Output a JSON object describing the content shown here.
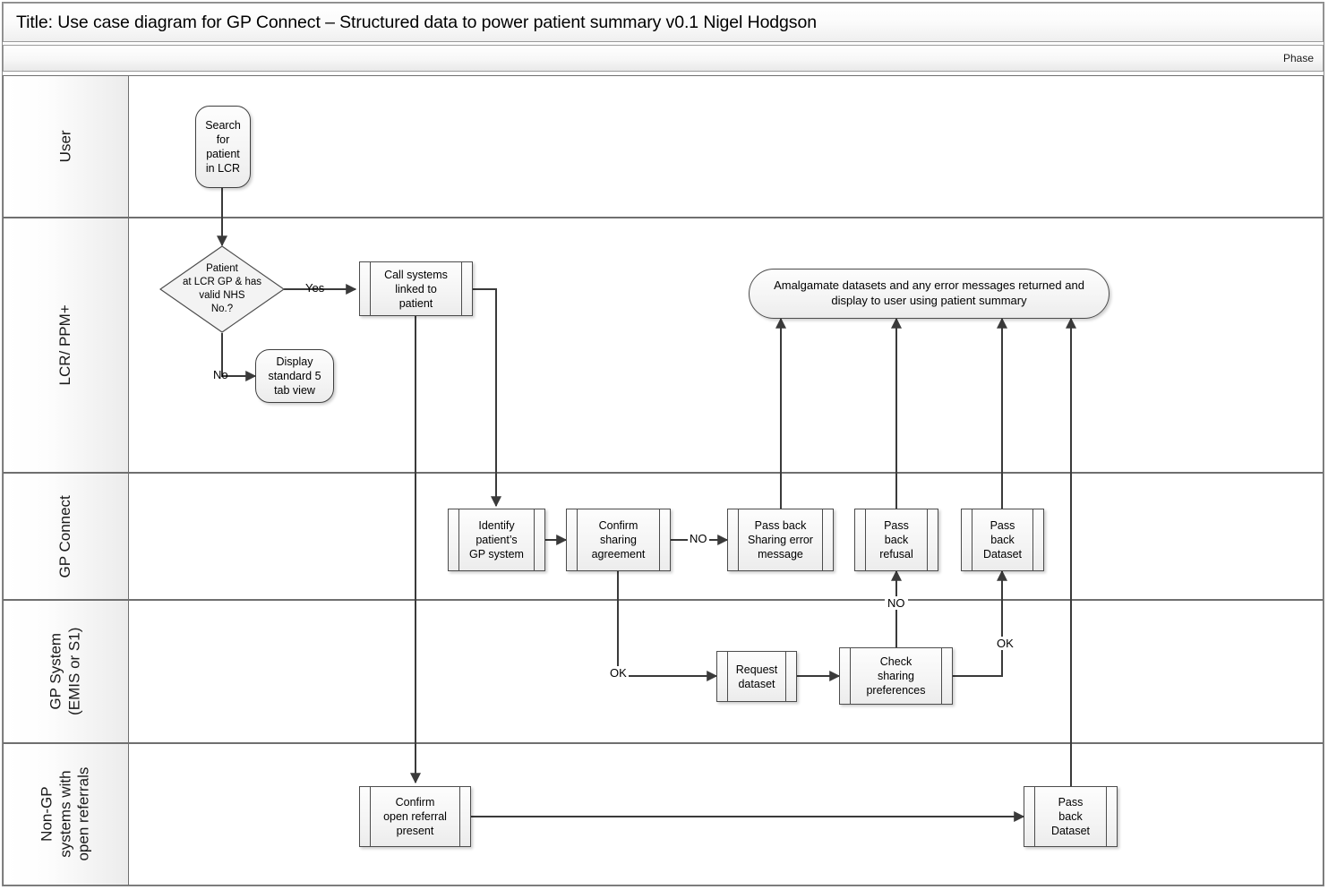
{
  "header": {
    "title": "Title: Use case diagram for GP Connect – Structured data to power patient summary v0.1  Nigel Hodgson",
    "phase_label": "Phase"
  },
  "lanes": [
    {
      "id": "user",
      "label": "User"
    },
    {
      "id": "lcr",
      "label": "LCR/ PPM+"
    },
    {
      "id": "gpconnect",
      "label": "GP Connect"
    },
    {
      "id": "gpsystem",
      "label": "GP System\n(EMIS or S1)"
    },
    {
      "id": "nongp",
      "label": "Non-GP\nsystems with\nopen referrals"
    }
  ],
  "nodes": {
    "search_patient": "Search\nfor\npatient\nin LCR",
    "decision_patient": "Patient\nat LCR GP & has\nvalid NHS\nNo.?",
    "display_standard": "Display\nstandard 5\ntab view",
    "call_systems": "Call systems\nlinked to\npatient",
    "amalgamate": "Amalgamate datasets and any error messages  returned and\ndisplay to user using patient summary",
    "identify_gp": "Identify\npatient’s\nGP system",
    "confirm_sharing": "Confirm\nsharing\nagreement",
    "pass_back_error": "Pass back\nSharing error\nmessage",
    "pass_back_refusal": "Pass\nback\nrefusal",
    "pass_back_dataset": "Pass\nback\nDataset",
    "request_dataset": "Request\ndataset",
    "check_sharing": "Check\nsharing\npreferences",
    "confirm_referral": "Confirm\nopen referral\npresent",
    "pass_back_dataset_nongp": "Pass\nback\nDataset"
  },
  "edge_labels": {
    "yes": "Yes",
    "no_lower": "No",
    "no_sharing": "NO",
    "ok_confirm": "OK",
    "no_check": "NO",
    "ok_check": "OK"
  },
  "colors": {
    "shape_fill": "#f4f4f4",
    "shape_stroke": "#4c4c4c",
    "lane_stroke": "#6f6f6f",
    "frame_stroke": "#8a8a8a",
    "text": "#000000",
    "wire": "#3a3a3a"
  }
}
